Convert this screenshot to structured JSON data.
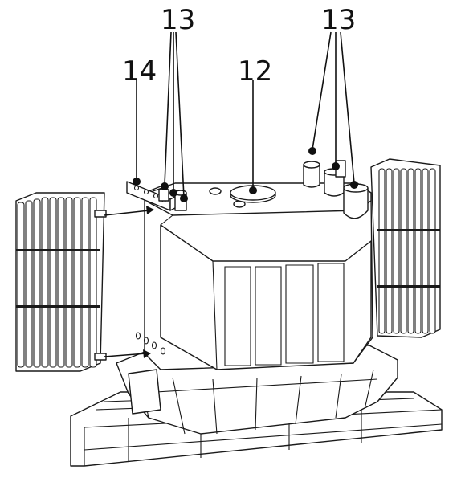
{
  "labels": {
    "conservator_cap": "12",
    "bushings_left": "13",
    "bushings_right": "13",
    "lifting_lug": "14"
  }
}
